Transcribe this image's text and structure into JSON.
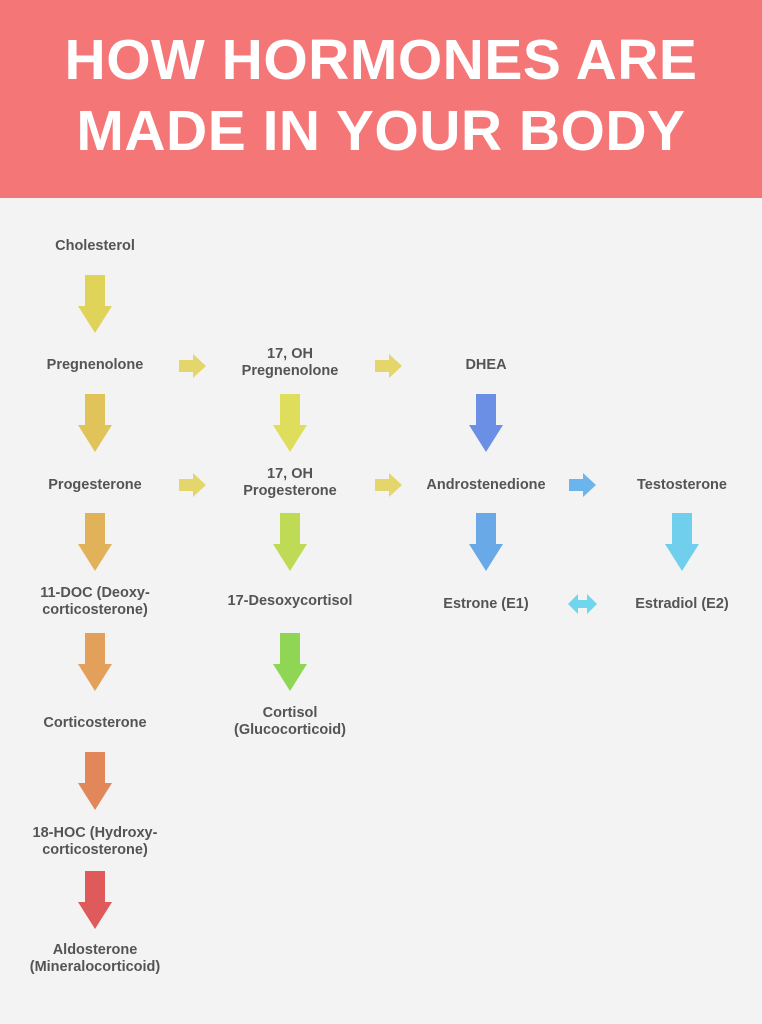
{
  "title": {
    "line1": "HOW HORMONES ARE",
    "line2": "MADE IN YOUR BODY"
  },
  "nodes": {
    "cholesterol": "Cholesterol",
    "pregnenolone": "Pregnenolone",
    "oh17_preg_line1": "17, OH",
    "oh17_preg_line2": "Pregnenolone",
    "dhea": "DHEA",
    "progesterone": "Progesterone",
    "oh17_prog_line1": "17, OH",
    "oh17_prog_line2": "Progesterone",
    "androstenedione": "Androstenedione",
    "testosterone": "Testosterone",
    "doc_line1": "11-DOC (Deoxy-",
    "doc_line2": "corticosterone)",
    "desoxycortisol": "17-Desoxycortisol",
    "estrone": "Estrone (E1)",
    "estradiol": "Estradiol (E2)",
    "corticosterone": "Corticosterone",
    "cortisol_line1": "Cortisol",
    "cortisol_line2": "(Glucocorticoid)",
    "hoc_line1": "18-HOC (Hydroxy-",
    "hoc_line2": "corticosterone)",
    "aldosterone_line1": "Aldosterone",
    "aldosterone_line2": "(Mineralocorticoid)"
  },
  "arrow_colors": {
    "cholesterol_to_pregnenolone": "#dfd35a",
    "pregnenolone_to_progesterone": "#e0c45a",
    "progesterone_to_doc": "#e2b25a",
    "doc_to_corticosterone": "#e2a05a",
    "corticosterone_to_hoc": "#e2875a",
    "hoc_to_aldosterone": "#df5a5a",
    "oh17preg_to_oh17prog": "#dedd5c",
    "oh17prog_to_desoxycortisol": "#bfda55",
    "desoxycortisol_to_cortisol": "#8fd655",
    "dhea_to_androstenedione": "#6b8fe4",
    "androstenedione_to_estrone": "#6aa9e8",
    "testosterone_to_estradiol": "#6fcfec",
    "horizontal_yellow": "#e4d66a",
    "androstenedione_to_testosterone": "#6bb5ec",
    "estrone_estradiol_double": "#6fd6ee"
  }
}
